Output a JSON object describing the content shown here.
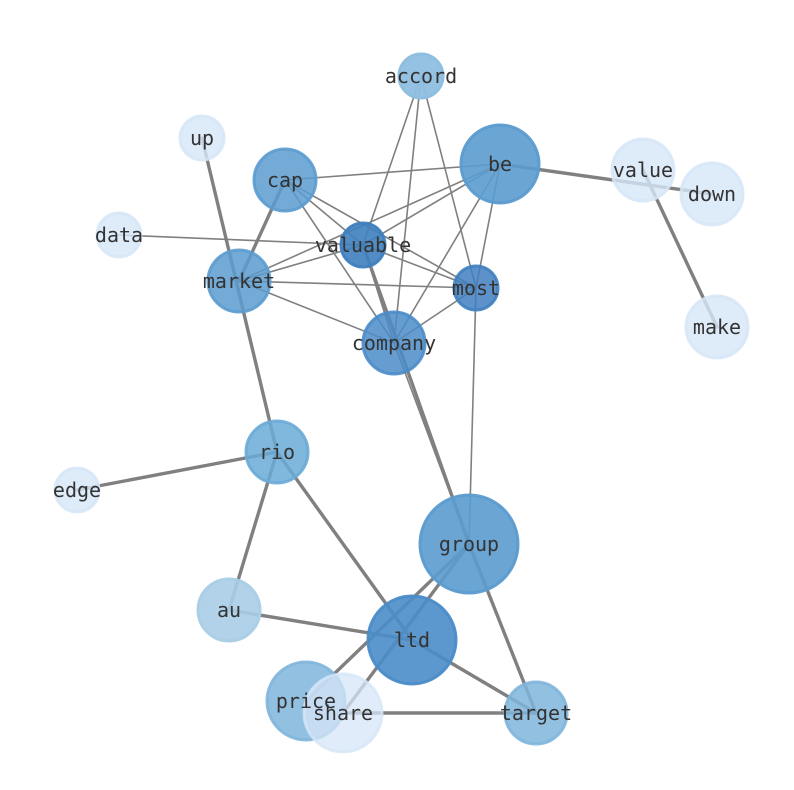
{
  "graph": {
    "nodes": [
      {
        "id": "accord",
        "label": "accord",
        "color": "#8fbfe0",
        "opacity": 0.95
      },
      {
        "id": "up",
        "label": "up",
        "color": "#d6e6f7",
        "opacity": 0.8
      },
      {
        "id": "be",
        "label": "be",
        "color": "#5b9bcf",
        "opacity": 0.9
      },
      {
        "id": "cap",
        "label": "cap",
        "color": "#5b9bcf",
        "opacity": 0.85
      },
      {
        "id": "value",
        "label": "value",
        "color": "#d6e6f7",
        "opacity": 0.8
      },
      {
        "id": "down",
        "label": "down",
        "color": "#d6e6f7",
        "opacity": 0.8
      },
      {
        "id": "data",
        "label": "data",
        "color": "#d6e6f7",
        "opacity": 0.8
      },
      {
        "id": "valuable",
        "label": "valuable",
        "color": "#3f7fbf",
        "opacity": 0.9
      },
      {
        "id": "market",
        "label": "market",
        "color": "#5b9bcf",
        "opacity": 0.85
      },
      {
        "id": "most",
        "label": "most",
        "color": "#3f7fbf",
        "opacity": 0.85
      },
      {
        "id": "make",
        "label": "make",
        "color": "#d6e6f7",
        "opacity": 0.8
      },
      {
        "id": "company",
        "label": "company",
        "color": "#4a8cc8",
        "opacity": 0.85
      },
      {
        "id": "rio",
        "label": "rio",
        "color": "#6aaad6",
        "opacity": 0.85
      },
      {
        "id": "edge",
        "label": "edge",
        "color": "#d6e6f7",
        "opacity": 0.8
      },
      {
        "id": "group",
        "label": "group",
        "color": "#5b9bcf",
        "opacity": 0.9
      },
      {
        "id": "au",
        "label": "au",
        "color": "#a9cde6",
        "opacity": 0.9
      },
      {
        "id": "ltd",
        "label": "ltd",
        "color": "#4a8cc8",
        "opacity": 0.9
      },
      {
        "id": "price",
        "label": "price",
        "color": "#7fb5dc",
        "opacity": 0.85
      },
      {
        "id": "share",
        "label": "share",
        "color": "#d6e6f7",
        "opacity": 0.75
      },
      {
        "id": "target",
        "label": "target",
        "color": "#7fb5dc",
        "opacity": 0.85
      }
    ],
    "edges": [
      {
        "source": "accord",
        "target": "valuable",
        "weight": "thin"
      },
      {
        "source": "accord",
        "target": "company",
        "weight": "thin"
      },
      {
        "source": "accord",
        "target": "most",
        "weight": "thin"
      },
      {
        "source": "be",
        "target": "cap",
        "weight": "thin"
      },
      {
        "source": "be",
        "target": "valuable",
        "weight": "thin"
      },
      {
        "source": "be",
        "target": "market",
        "weight": "thin"
      },
      {
        "source": "be",
        "target": "most",
        "weight": "thin"
      },
      {
        "source": "be",
        "target": "company",
        "weight": "thin"
      },
      {
        "source": "be",
        "target": "down",
        "weight": "thick"
      },
      {
        "source": "value",
        "target": "make",
        "weight": "thick"
      },
      {
        "source": "cap",
        "target": "valuable",
        "weight": "thin"
      },
      {
        "source": "cap",
        "target": "most",
        "weight": "thin"
      },
      {
        "source": "cap",
        "target": "company",
        "weight": "thin"
      },
      {
        "source": "cap",
        "target": "market",
        "weight": "thick"
      },
      {
        "source": "data",
        "target": "valuable",
        "weight": "thin"
      },
      {
        "source": "up",
        "target": "rio",
        "weight": "thick"
      },
      {
        "source": "market",
        "target": "valuable",
        "weight": "thin"
      },
      {
        "source": "market",
        "target": "most",
        "weight": "thin"
      },
      {
        "source": "market",
        "target": "company",
        "weight": "thin"
      },
      {
        "source": "valuable",
        "target": "most",
        "weight": "thin"
      },
      {
        "source": "valuable",
        "target": "company",
        "weight": "thin"
      },
      {
        "source": "valuable",
        "target": "group",
        "weight": "thick"
      },
      {
        "source": "most",
        "target": "company",
        "weight": "thin"
      },
      {
        "source": "most",
        "target": "group",
        "weight": "thin"
      },
      {
        "source": "company",
        "target": "group",
        "weight": "thin"
      },
      {
        "source": "rio",
        "target": "edge",
        "weight": "thick"
      },
      {
        "source": "rio",
        "target": "au",
        "weight": "thick"
      },
      {
        "source": "rio",
        "target": "ltd",
        "weight": "thick"
      },
      {
        "source": "au",
        "target": "ltd",
        "weight": "thick"
      },
      {
        "source": "group",
        "target": "price",
        "weight": "thick"
      },
      {
        "source": "group",
        "target": "share",
        "weight": "thick"
      },
      {
        "source": "group",
        "target": "target",
        "weight": "thick"
      },
      {
        "source": "ltd",
        "target": "target",
        "weight": "thick"
      },
      {
        "source": "share",
        "target": "target",
        "weight": "thick"
      }
    ]
  }
}
